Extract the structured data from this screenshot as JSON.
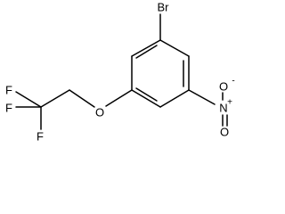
{
  "molecule": {
    "atoms": {
      "bromine": "Br",
      "nitro_nitrogen": "N",
      "nitro_charge_pos": "+",
      "nitro_oxygen_single": "O",
      "nitro_charge_neg": "-",
      "nitro_oxygen_double": "O",
      "ether_oxygen": "O",
      "fluorine_1": "F",
      "fluorine_2": "F",
      "fluorine_3": "F"
    }
  }
}
